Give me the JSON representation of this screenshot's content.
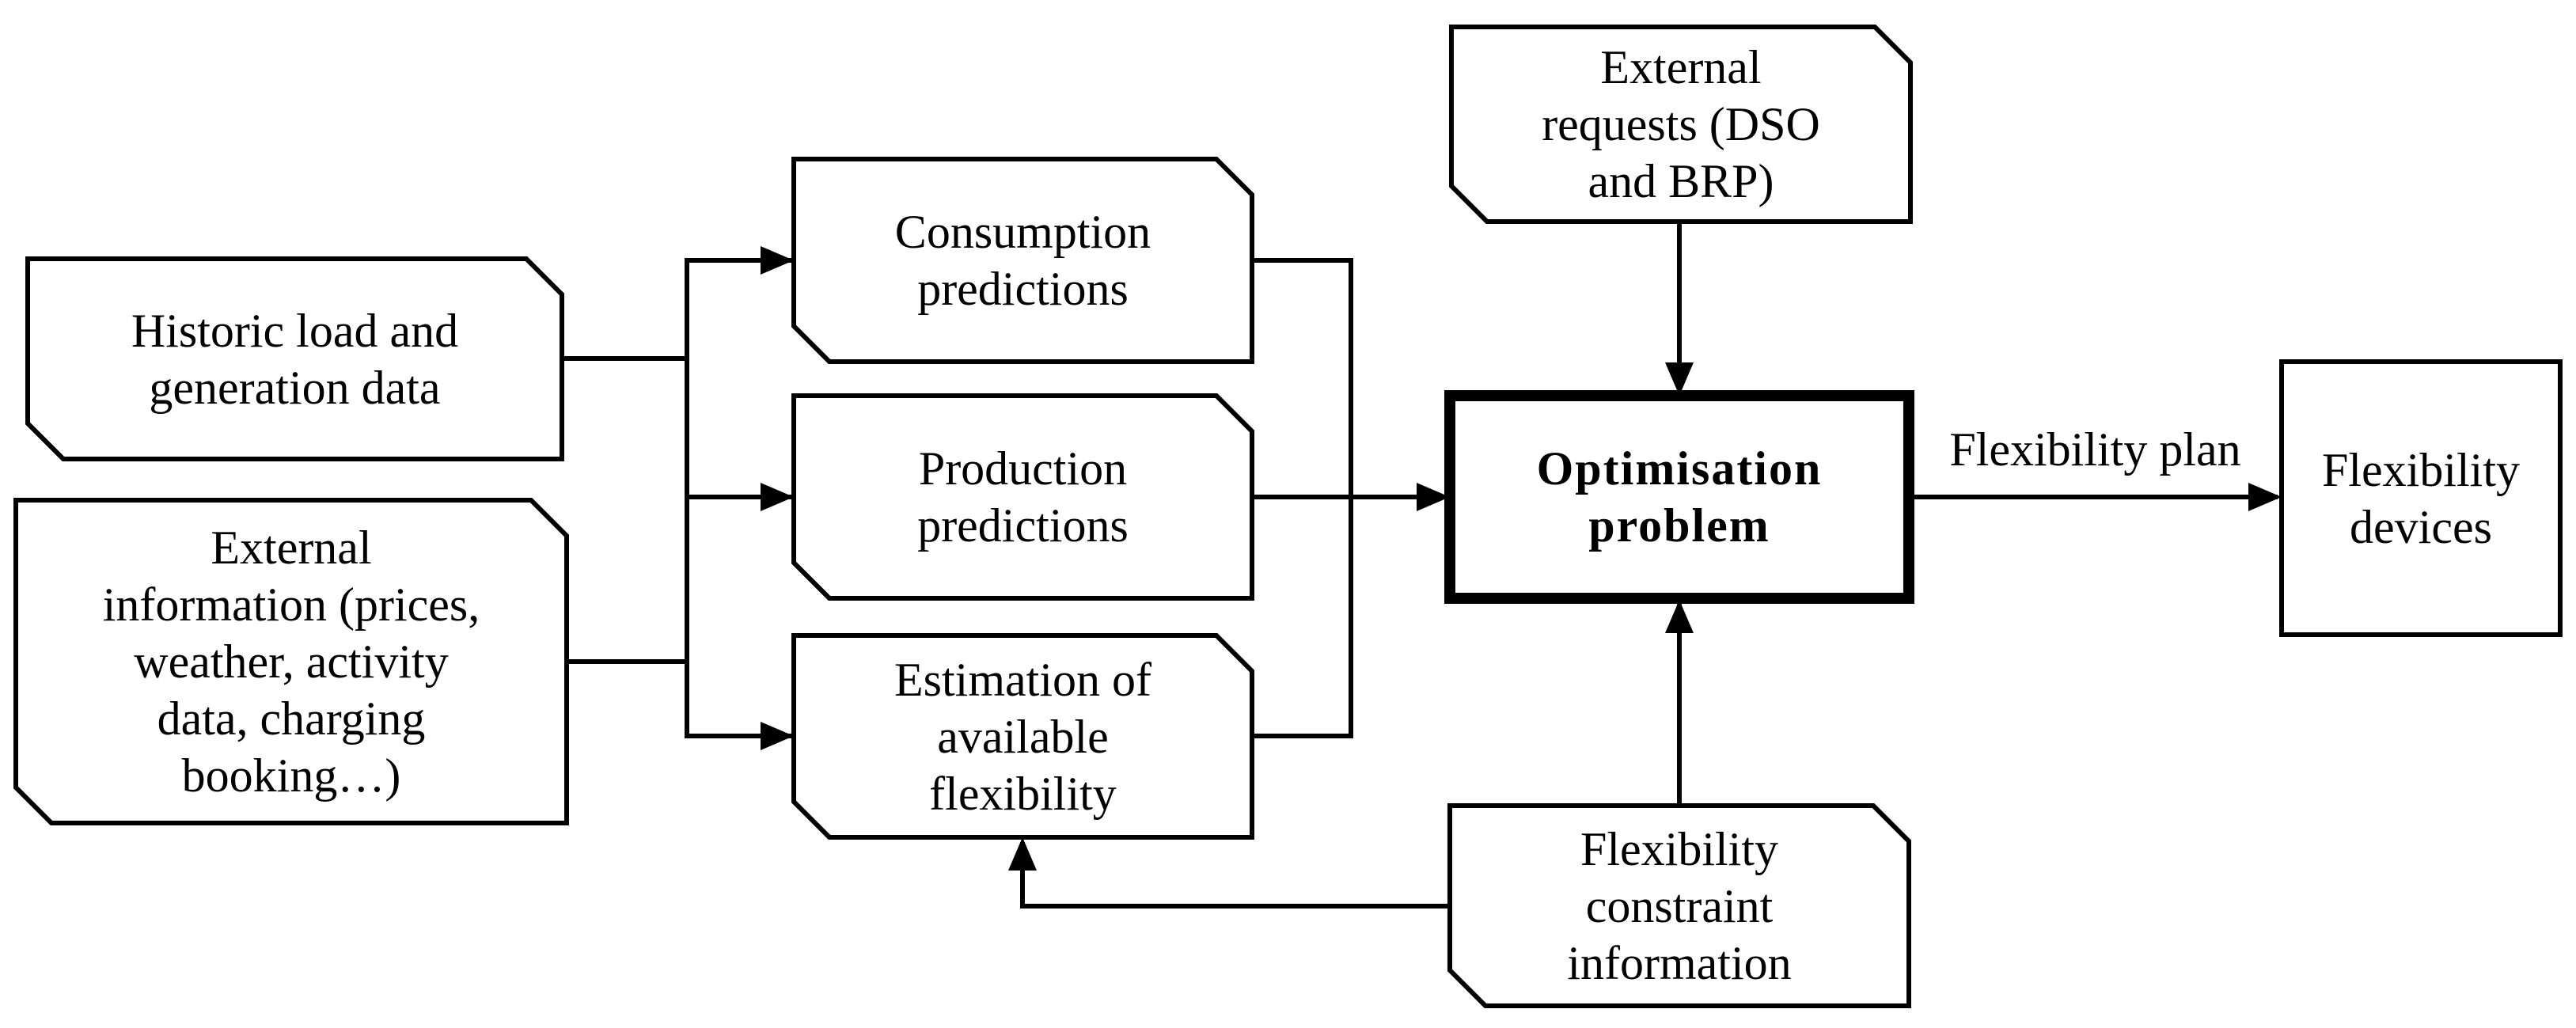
{
  "diagram": {
    "colors": {
      "stroke": "#000000",
      "background": "#ffffff"
    },
    "nodes": {
      "historic": {
        "label": "Historic load and\ngeneration data"
      },
      "external_info": {
        "label": "External\ninformation (prices,\nweather, activity\ndata, charging\nbooking…)"
      },
      "consumption": {
        "label": "Consumption\npredictions"
      },
      "production": {
        "label": "Production\npredictions"
      },
      "estimation": {
        "label": "Estimation of\navailable\nflexibility"
      },
      "external_requests": {
        "label": "External\nrequests (DSO\nand BRP)"
      },
      "optimisation": {
        "label": "Optimisation\nproblem"
      },
      "flex_devices": {
        "label": "Flexibility\ndevices"
      },
      "flex_constraint": {
        "label": "Flexibility\nconstraint\ninformation"
      }
    },
    "edge_labels": {
      "flexibility_plan": "Flexibility plan"
    }
  }
}
